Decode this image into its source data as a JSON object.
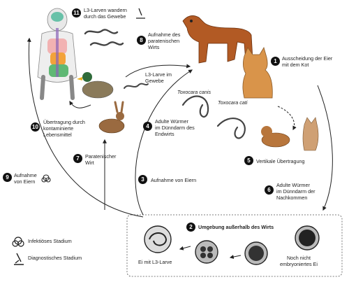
{
  "steps": [
    {
      "num": "1",
      "text": [
        "Ausscheidung der Eier",
        "mit dem Kot"
      ]
    },
    {
      "num": "2",
      "text": [
        "Umgebung außerhalb des Wirts"
      ]
    },
    {
      "num": "3",
      "text": [
        "Aufnahme von Eiern"
      ]
    },
    {
      "num": "4",
      "text": [
        "Adulte Würmer",
        "im Dünndarm des",
        "Endwirts"
      ]
    },
    {
      "num": "5",
      "text": [
        "Vertikale Übertragung"
      ]
    },
    {
      "num": "6",
      "text": [
        "Adulte Würmer",
        "im Dünndarm der",
        "Nachkommen"
      ]
    },
    {
      "num": "7",
      "text": [
        "Paratenischer",
        "Wirt"
      ]
    },
    {
      "num": "8",
      "text": [
        "Aufnahme des",
        "paratenischen",
        "Wirts"
      ]
    },
    {
      "num": "9",
      "text": [
        "Aufnahme",
        "von Eiern"
      ]
    },
    {
      "num": "10",
      "text": [
        "Übertragung durch",
        "kontaminierte",
        "Lebensmittel"
      ]
    },
    {
      "num": "11",
      "text": [
        "L3-Larven wandern",
        "durch das Gewebe"
      ]
    }
  ],
  "labels": {
    "l3_tissue": [
      "L3-Larve im",
      "Gewebe"
    ],
    "toxocara_canis": "Toxocara canis",
    "toxocara_cati": "Toxocara cati",
    "egg_l3": "Ei mit L3-Larve",
    "egg_unembryonated": [
      "Noch nicht",
      "embryoniertes Ei"
    ]
  },
  "legend": {
    "infective": "Infektiöses Stadium",
    "diagnostic": "Diagnostisches Stadium"
  }
}
